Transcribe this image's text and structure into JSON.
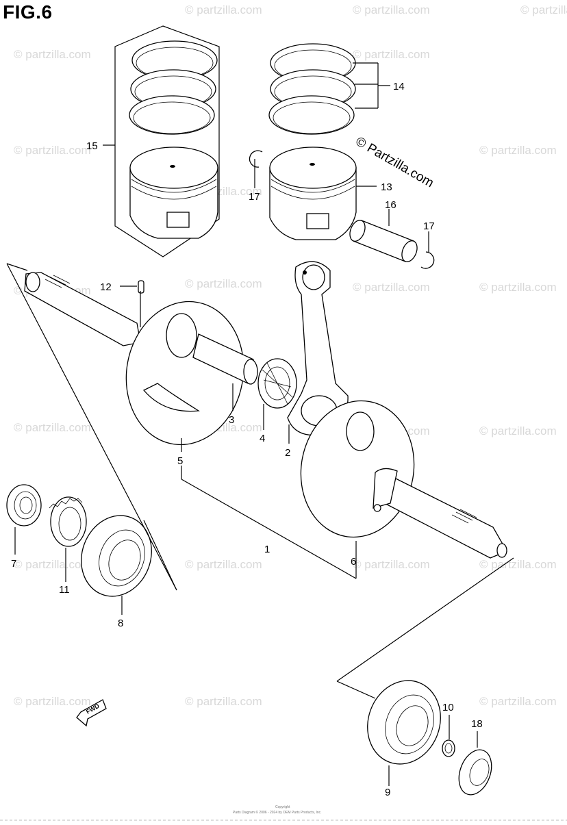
{
  "figure": {
    "title": "FIG.6",
    "brand_watermark": "© Partzilla.com",
    "repeat_watermark": "© partzilla.com",
    "forward_label": "FWD",
    "copyright_line_1": "Copyright",
    "copyright_line_2": "Parts Diagram © 2006 - 2024 by OEM Parts Products, Inc."
  },
  "callouts": [
    {
      "id": "1",
      "label": "1"
    },
    {
      "id": "2",
      "label": "2"
    },
    {
      "id": "3",
      "label": "3"
    },
    {
      "id": "4",
      "label": "4"
    },
    {
      "id": "5",
      "label": "5"
    },
    {
      "id": "6",
      "label": "6"
    },
    {
      "id": "7",
      "label": "7"
    },
    {
      "id": "8",
      "label": "8"
    },
    {
      "id": "9",
      "label": "9"
    },
    {
      "id": "10",
      "label": "10"
    },
    {
      "id": "11",
      "label": "11"
    },
    {
      "id": "12",
      "label": "12"
    },
    {
      "id": "13",
      "label": "13"
    },
    {
      "id": "14",
      "label": "14"
    },
    {
      "id": "15",
      "label": "15"
    },
    {
      "id": "16",
      "label": "16"
    },
    {
      "id": "17a",
      "label": "17"
    },
    {
      "id": "17b",
      "label": "17"
    },
    {
      "id": "18",
      "label": "18"
    }
  ]
}
